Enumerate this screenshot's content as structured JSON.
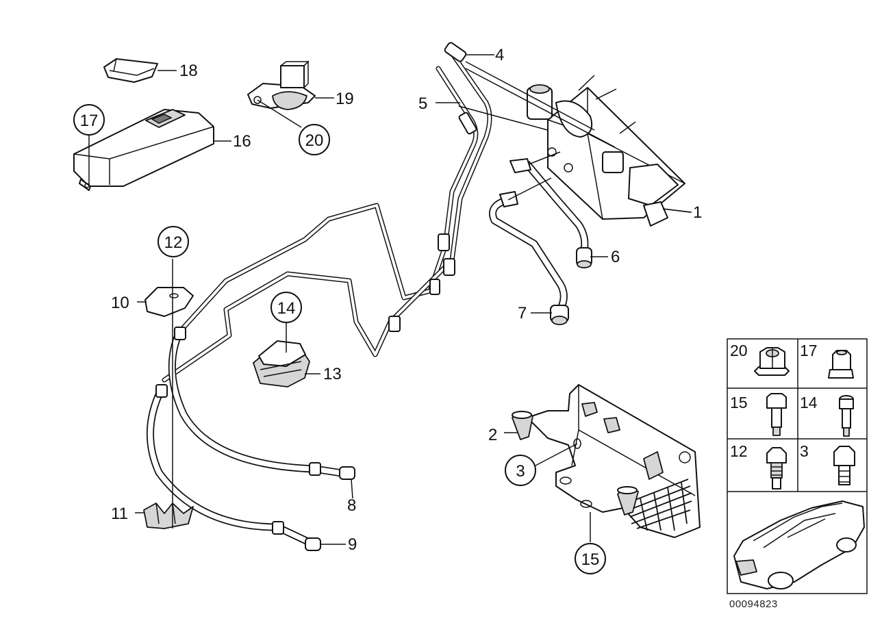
{
  "diagram": {
    "reference_number": "00094823",
    "labels": {
      "p1": "1",
      "p2": "2",
      "p3": "3",
      "p4": "4",
      "p5": "5",
      "p6": "6",
      "p7": "7",
      "p8": "8",
      "p9": "9",
      "p10": "10",
      "p11": "11",
      "p12": "12",
      "p13": "13",
      "p14": "14",
      "p15": "15",
      "p16": "16",
      "p17": "17",
      "p18": "18",
      "p19": "19",
      "p20": "20"
    },
    "legend": {
      "cells": [
        "20",
        "17",
        "15",
        "14",
        "12",
        "3"
      ]
    }
  }
}
